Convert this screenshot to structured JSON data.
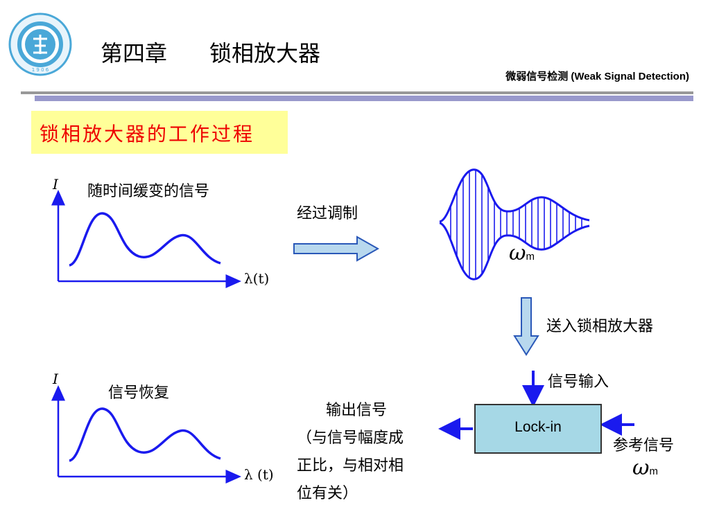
{
  "header": {
    "chapter_title": "第四章      锁相放大器",
    "course": "微弱信号检测  (Weak Signal Detection)"
  },
  "section": {
    "title": "锁相放大器的工作过程"
  },
  "graph_top": {
    "ylabel": "I",
    "title": "随时间缓变的信号",
    "xlabel": "λ(t)"
  },
  "graph_bottom": {
    "ylabel": "I",
    "title": "信号恢复",
    "xlabel": "λ (t)"
  },
  "modulation": {
    "label": "经过调制",
    "omega": "ω",
    "omega_sub": "m"
  },
  "send": {
    "label": "送入锁相放大器"
  },
  "lockin": {
    "label": "Lock-in",
    "input_label": "信号输入",
    "reference_label": "参考信号",
    "ref_omega": "ω",
    "ref_omega_sub": "m"
  },
  "output": {
    "line1": "输出信号",
    "line2": "（与信号幅度成",
    "line3": "正比，与相对相",
    "line4": "位有关）"
  },
  "colors": {
    "accent_blue": "#1a1aee",
    "arrow_fill": "#b8d8ee",
    "arrow_stroke": "#2a58b8",
    "title_red": "#ee0000",
    "highlight_yellow": "#ffff99",
    "lockin_fill": "#a6d8e6"
  }
}
